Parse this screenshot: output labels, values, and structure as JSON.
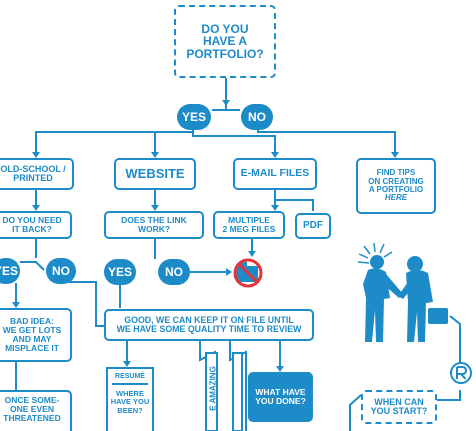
{
  "start": "DO YOU\nHAVE A\nPORTFOLIO?",
  "yes": "YES",
  "no": "NO",
  "branches": {
    "old_school": "OLD-SCHOOL /\nPRINTED",
    "website": "WEBSITE",
    "email": "E-MAIL FILES",
    "tips": "FIND TIPS\nON CREATING\nA PORTFOLIO",
    "tips_link": "HERE"
  },
  "questions": {
    "need_back": "DO YOU NEED\nIT BACK?",
    "link_work": "DOES THE LINK\nWORK?",
    "multiple": "MULTIPLE\n2 MEG FILES",
    "pdf": "PDF"
  },
  "outcomes": {
    "bad_idea": "BAD IDEA:\nWE GET LOTS\nAND MAY\nMISPLACE IT",
    "once_some": "ONCE SOME-\nONE EVEN\nTHREATENED",
    "good": "GOOD, WE CAN KEEP IT ON FILE UNTIL\nWE HAVE SOME QUALITY TIME TO REVIEW",
    "resume_title": "RESUMÉ",
    "resume_q": "WHERE\nHAVE YOU\nBEEN?",
    "amazing": "E AMAZING",
    "what_done": "WHAT HAVE\nYOU DONE?",
    "when_start": "WHEN CAN\nYOU START?"
  },
  "colors": {
    "accent": "#1e8bc9",
    "stop": "#e2343a"
  },
  "icons": [
    "folder-icon",
    "no-sign-icon",
    "handshake-icon",
    "recycle-r-icon"
  ]
}
